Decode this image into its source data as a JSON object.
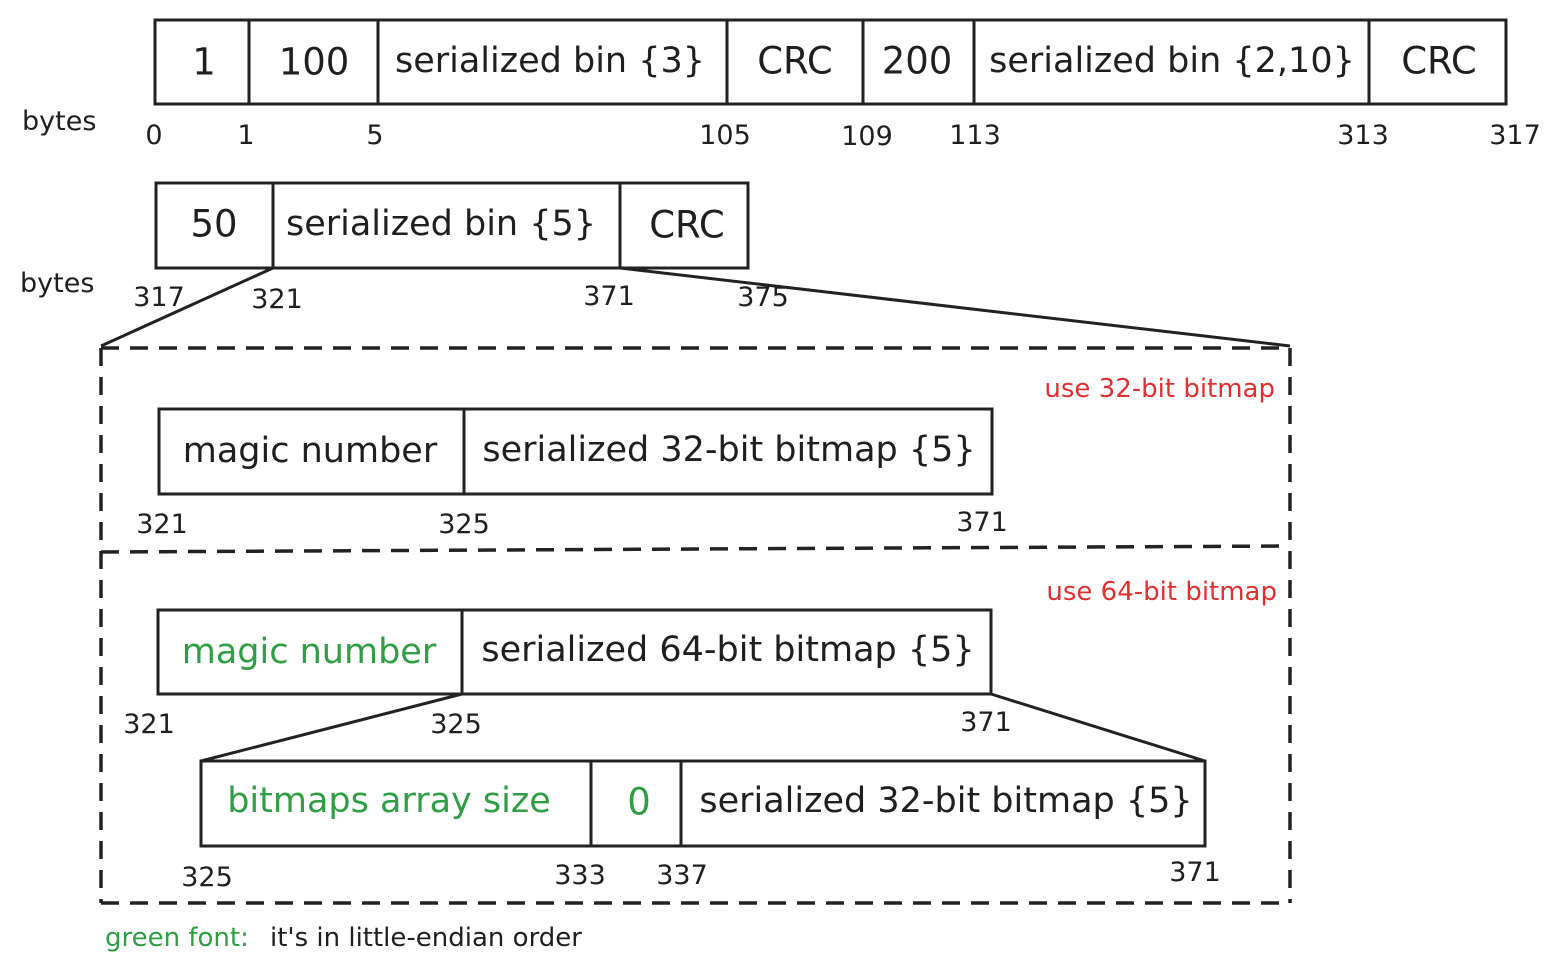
{
  "colors": {
    "ink": "#222222",
    "red": "#e03131",
    "green": "#2f9e44"
  },
  "row1": {
    "label": "bytes",
    "cells": [
      {
        "text": "1",
        "color": "ink"
      },
      {
        "text": "100",
        "color": "ink"
      },
      {
        "text": "serialized bin {3}",
        "color": "ink"
      },
      {
        "text": "CRC",
        "color": "ink"
      },
      {
        "text": "200",
        "color": "ink"
      },
      {
        "text": "serialized bin {2,10}",
        "color": "ink"
      },
      {
        "text": "CRC",
        "color": "ink"
      }
    ],
    "offsets": [
      "0",
      "1",
      "5",
      "105",
      "109",
      "113",
      "313",
      "317"
    ]
  },
  "row2": {
    "label": "bytes",
    "cells": [
      {
        "text": "50",
        "color": "ink"
      },
      {
        "text": "serialized bin {5}",
        "color": "ink"
      },
      {
        "text": "CRC",
        "color": "ink"
      }
    ],
    "offsets": [
      "317",
      "321",
      "371",
      "375"
    ]
  },
  "section_a": {
    "note": "use 32-bit bitmap",
    "cells": [
      {
        "text": "magic number",
        "color": "ink"
      },
      {
        "text": "serialized 32-bit bitmap {5}",
        "color": "ink"
      }
    ],
    "offsets": [
      "321",
      "325",
      "371"
    ]
  },
  "section_b": {
    "note": "use 64-bit bitmap",
    "cells": [
      {
        "text": "magic number",
        "color": "green"
      },
      {
        "text": "serialized 64-bit bitmap {5}",
        "color": "ink"
      }
    ],
    "offsets": [
      "321",
      "325",
      "371"
    ],
    "sub": {
      "cells": [
        {
          "text": "bitmaps array size",
          "color": "green"
        },
        {
          "text": "0",
          "color": "green"
        },
        {
          "text": "serialized 32-bit bitmap {5}",
          "color": "ink"
        }
      ],
      "offsets": [
        "325",
        "333",
        "337",
        "371"
      ]
    }
  },
  "legend": {
    "key": "green font:",
    "text": "it's in little-endian order"
  }
}
